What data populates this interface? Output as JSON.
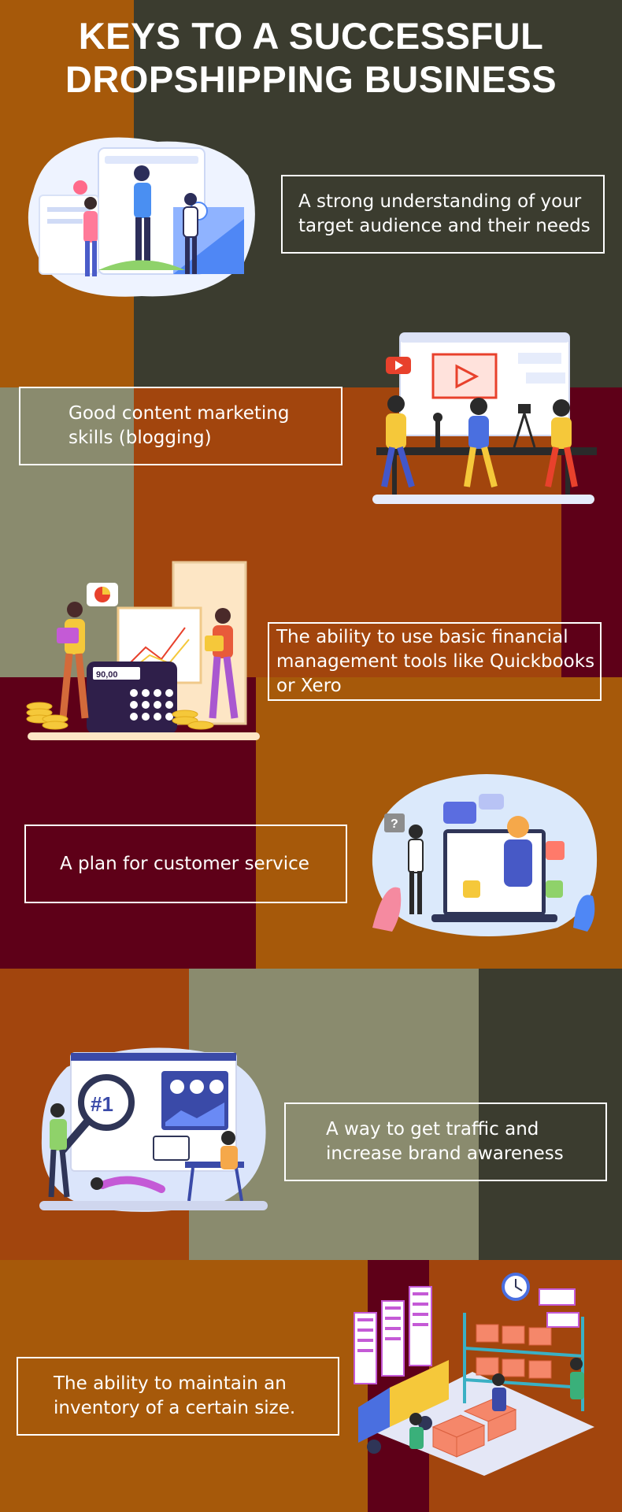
{
  "title": {
    "line1": "KEYS TO A SUCCESSFUL",
    "line2": "DROPSHIPPING BUSINESS"
  },
  "colors": {
    "orange": "#a6590a",
    "dark_olive": "#3b3c2f",
    "sage": "#8a8b6e",
    "rust": "#a2450d",
    "maroon": "#5e0018",
    "white": "#ffffff"
  },
  "sections": [
    {
      "text_lines": [
        "A strong understanding of your",
        "target audience and their needs"
      ],
      "illustration": "marketing-team-illustration"
    },
    {
      "text_lines": [
        "Good content marketing",
        "skills (blogging)"
      ],
      "illustration": "podcast-studio-illustration"
    },
    {
      "text_lines": [
        "The ability to use basic financial",
        "management tools like Quickbooks",
        "or Xero"
      ],
      "illustration": "financial-planning-illustration",
      "calculator_display": "90,00"
    },
    {
      "text_lines": [
        "A plan for customer service"
      ],
      "illustration": "customer-support-illustration"
    },
    {
      "text_lines": [
        "A way to get traffic and",
        "increase brand awareness"
      ],
      "illustration": "seo-ranking-illustration",
      "rank_badge": "#1"
    },
    {
      "text_lines": [
        "The ability to maintain an",
        "inventory of a certain size."
      ],
      "illustration": "warehouse-inventory-illustration"
    }
  ]
}
